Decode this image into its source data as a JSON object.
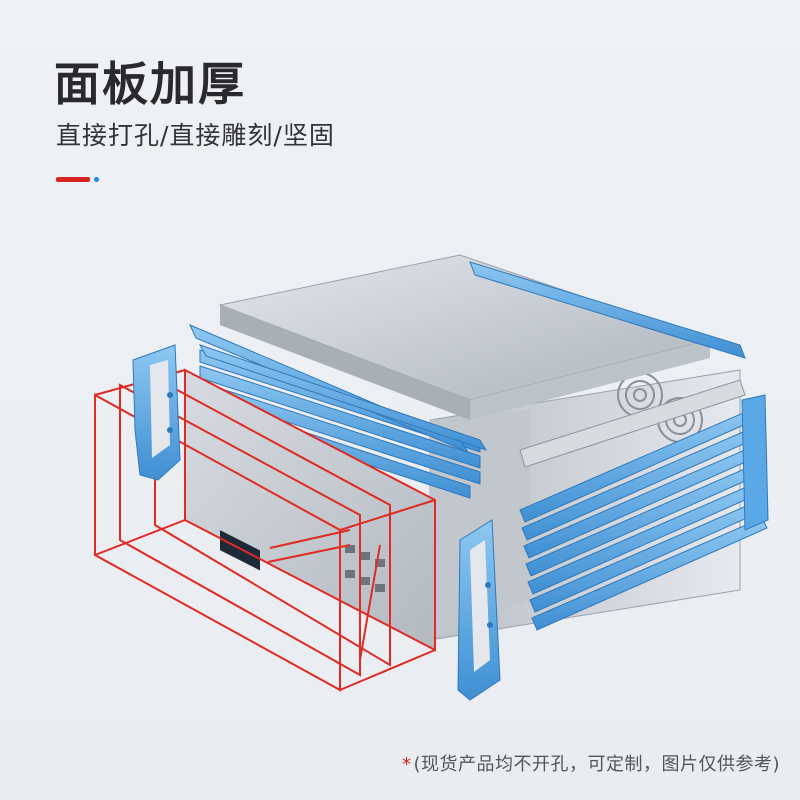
{
  "heading": {
    "title": "面板加厚",
    "subtitle": "直接打孔/直接雕刻/坚固"
  },
  "illustration": {
    "subject": "chassis-exploded-view",
    "colors": {
      "accent_red": "#d8231f",
      "accent_blue": "#2f80ed",
      "rail_blue": "#5aa9e6",
      "panel_silver": "#c9ced6"
    }
  },
  "footnote": {
    "mark": "*",
    "text": "(现货产品均不开孔，可定制，图片仅供参考)"
  }
}
